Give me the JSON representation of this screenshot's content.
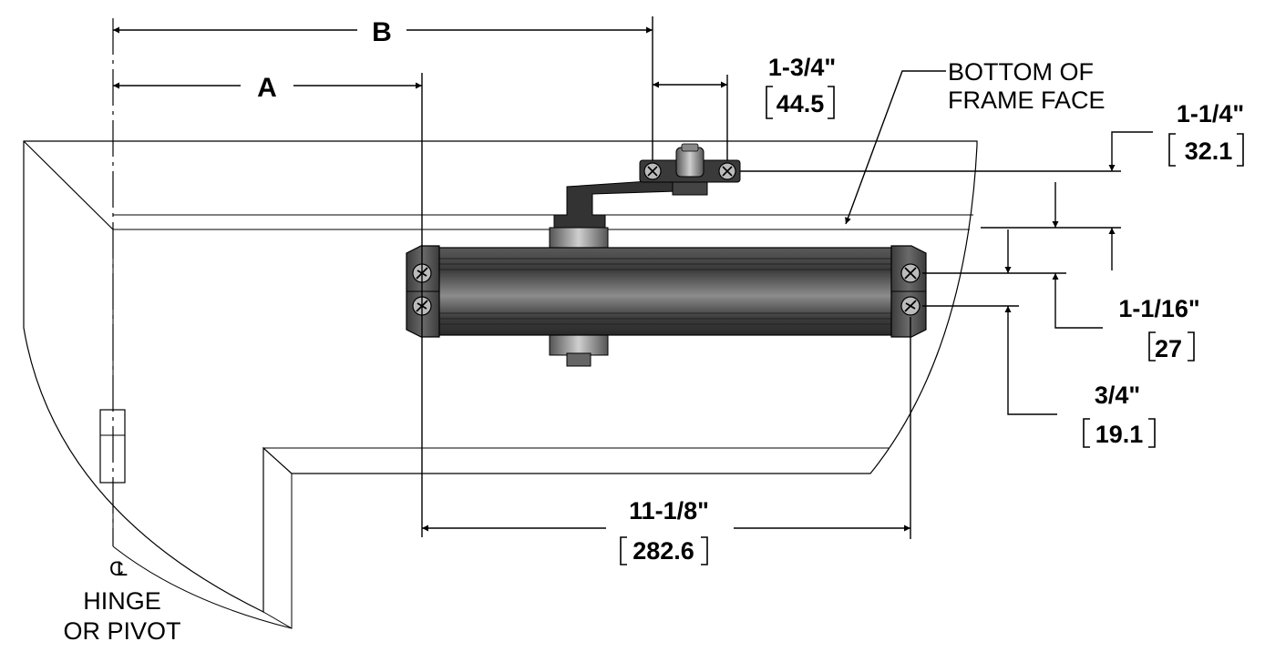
{
  "dimensions": {
    "a_label": "A",
    "b_label": "B",
    "arm_spacing": {
      "inch": "1-3/4\"",
      "mm": "44.5"
    },
    "frame_offset": {
      "inch": "1-1/4\"",
      "mm": "32.1"
    },
    "body_offset": {
      "inch": "1-1/16\"",
      "mm": "27"
    },
    "screw_spacing": {
      "inch": "3/4\"",
      "mm": "19.1"
    },
    "body_length": {
      "inch": "11-1/8\"",
      "mm": "282.6"
    }
  },
  "callouts": {
    "frame_line1": "BOTTOM OF",
    "frame_line2": "FRAME FACE"
  },
  "hinge": {
    "symbol": "CL",
    "line1": "HINGE",
    "line2": "OR PIVOT"
  },
  "colors": {
    "line": "#000000",
    "closer_body": "#4a4a4a",
    "closer_highlight": "#8a8a8a",
    "background": "#ffffff"
  }
}
